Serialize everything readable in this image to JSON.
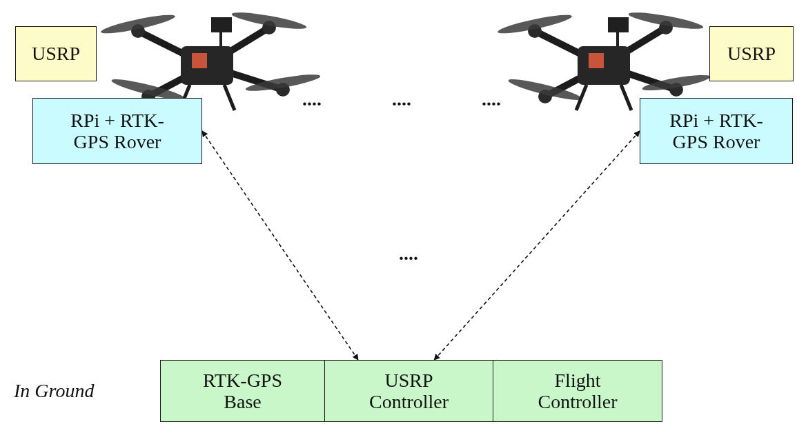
{
  "diagram": {
    "nodes": [
      {
        "text": [
          "USRP"
        ]
      },
      {
        "text": [
          "RPi + RTK-GPS Rover"
        ]
      },
      {
        "text": [
          "USRP"
        ]
      },
      {
        "text": [
          "RPi + RTK-GPS Rover"
        ]
      },
      {
        "text": [
          "RTK-GPS Base"
        ]
      },
      {
        "text": [
          "USRP Controller"
        ]
      },
      {
        "text": [
          "Flight Controller"
        ]
      }
    ],
    "edges": [
      {
        "from": 1,
        "to": 5,
        "arrow": "both"
      },
      {
        "from": 3,
        "to": 5,
        "arrow": "both"
      }
    ],
    "labels": [
      "....",
      "....",
      "....",
      "....",
      "In Ground"
    ]
  }
}
